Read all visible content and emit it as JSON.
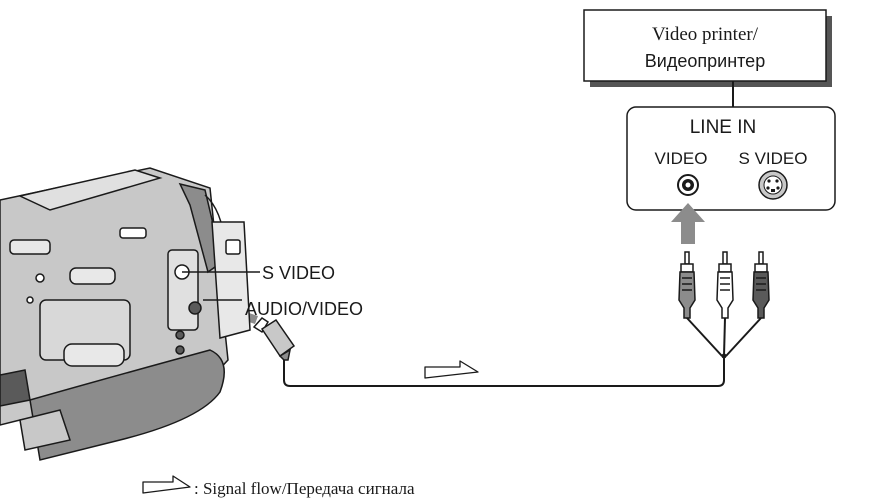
{
  "printer": {
    "label_line1": "Video printer/",
    "label_line2": "Видеопринтер"
  },
  "input_panel": {
    "title": "LINE IN",
    "video_label": "VIDEO",
    "svideo_label": "S VIDEO"
  },
  "camcorder": {
    "svideo_label": "S VIDEO",
    "audio_video_label": "AUDIO/VIDEO"
  },
  "legend": {
    "text": ": Signal flow/Передача сигнала"
  },
  "colors": {
    "line": "#1a1a1a",
    "fill_gray": "#8c8c8c",
    "body_gray": "#c8c8c8",
    "dark_gray": "#5a5a5a"
  }
}
